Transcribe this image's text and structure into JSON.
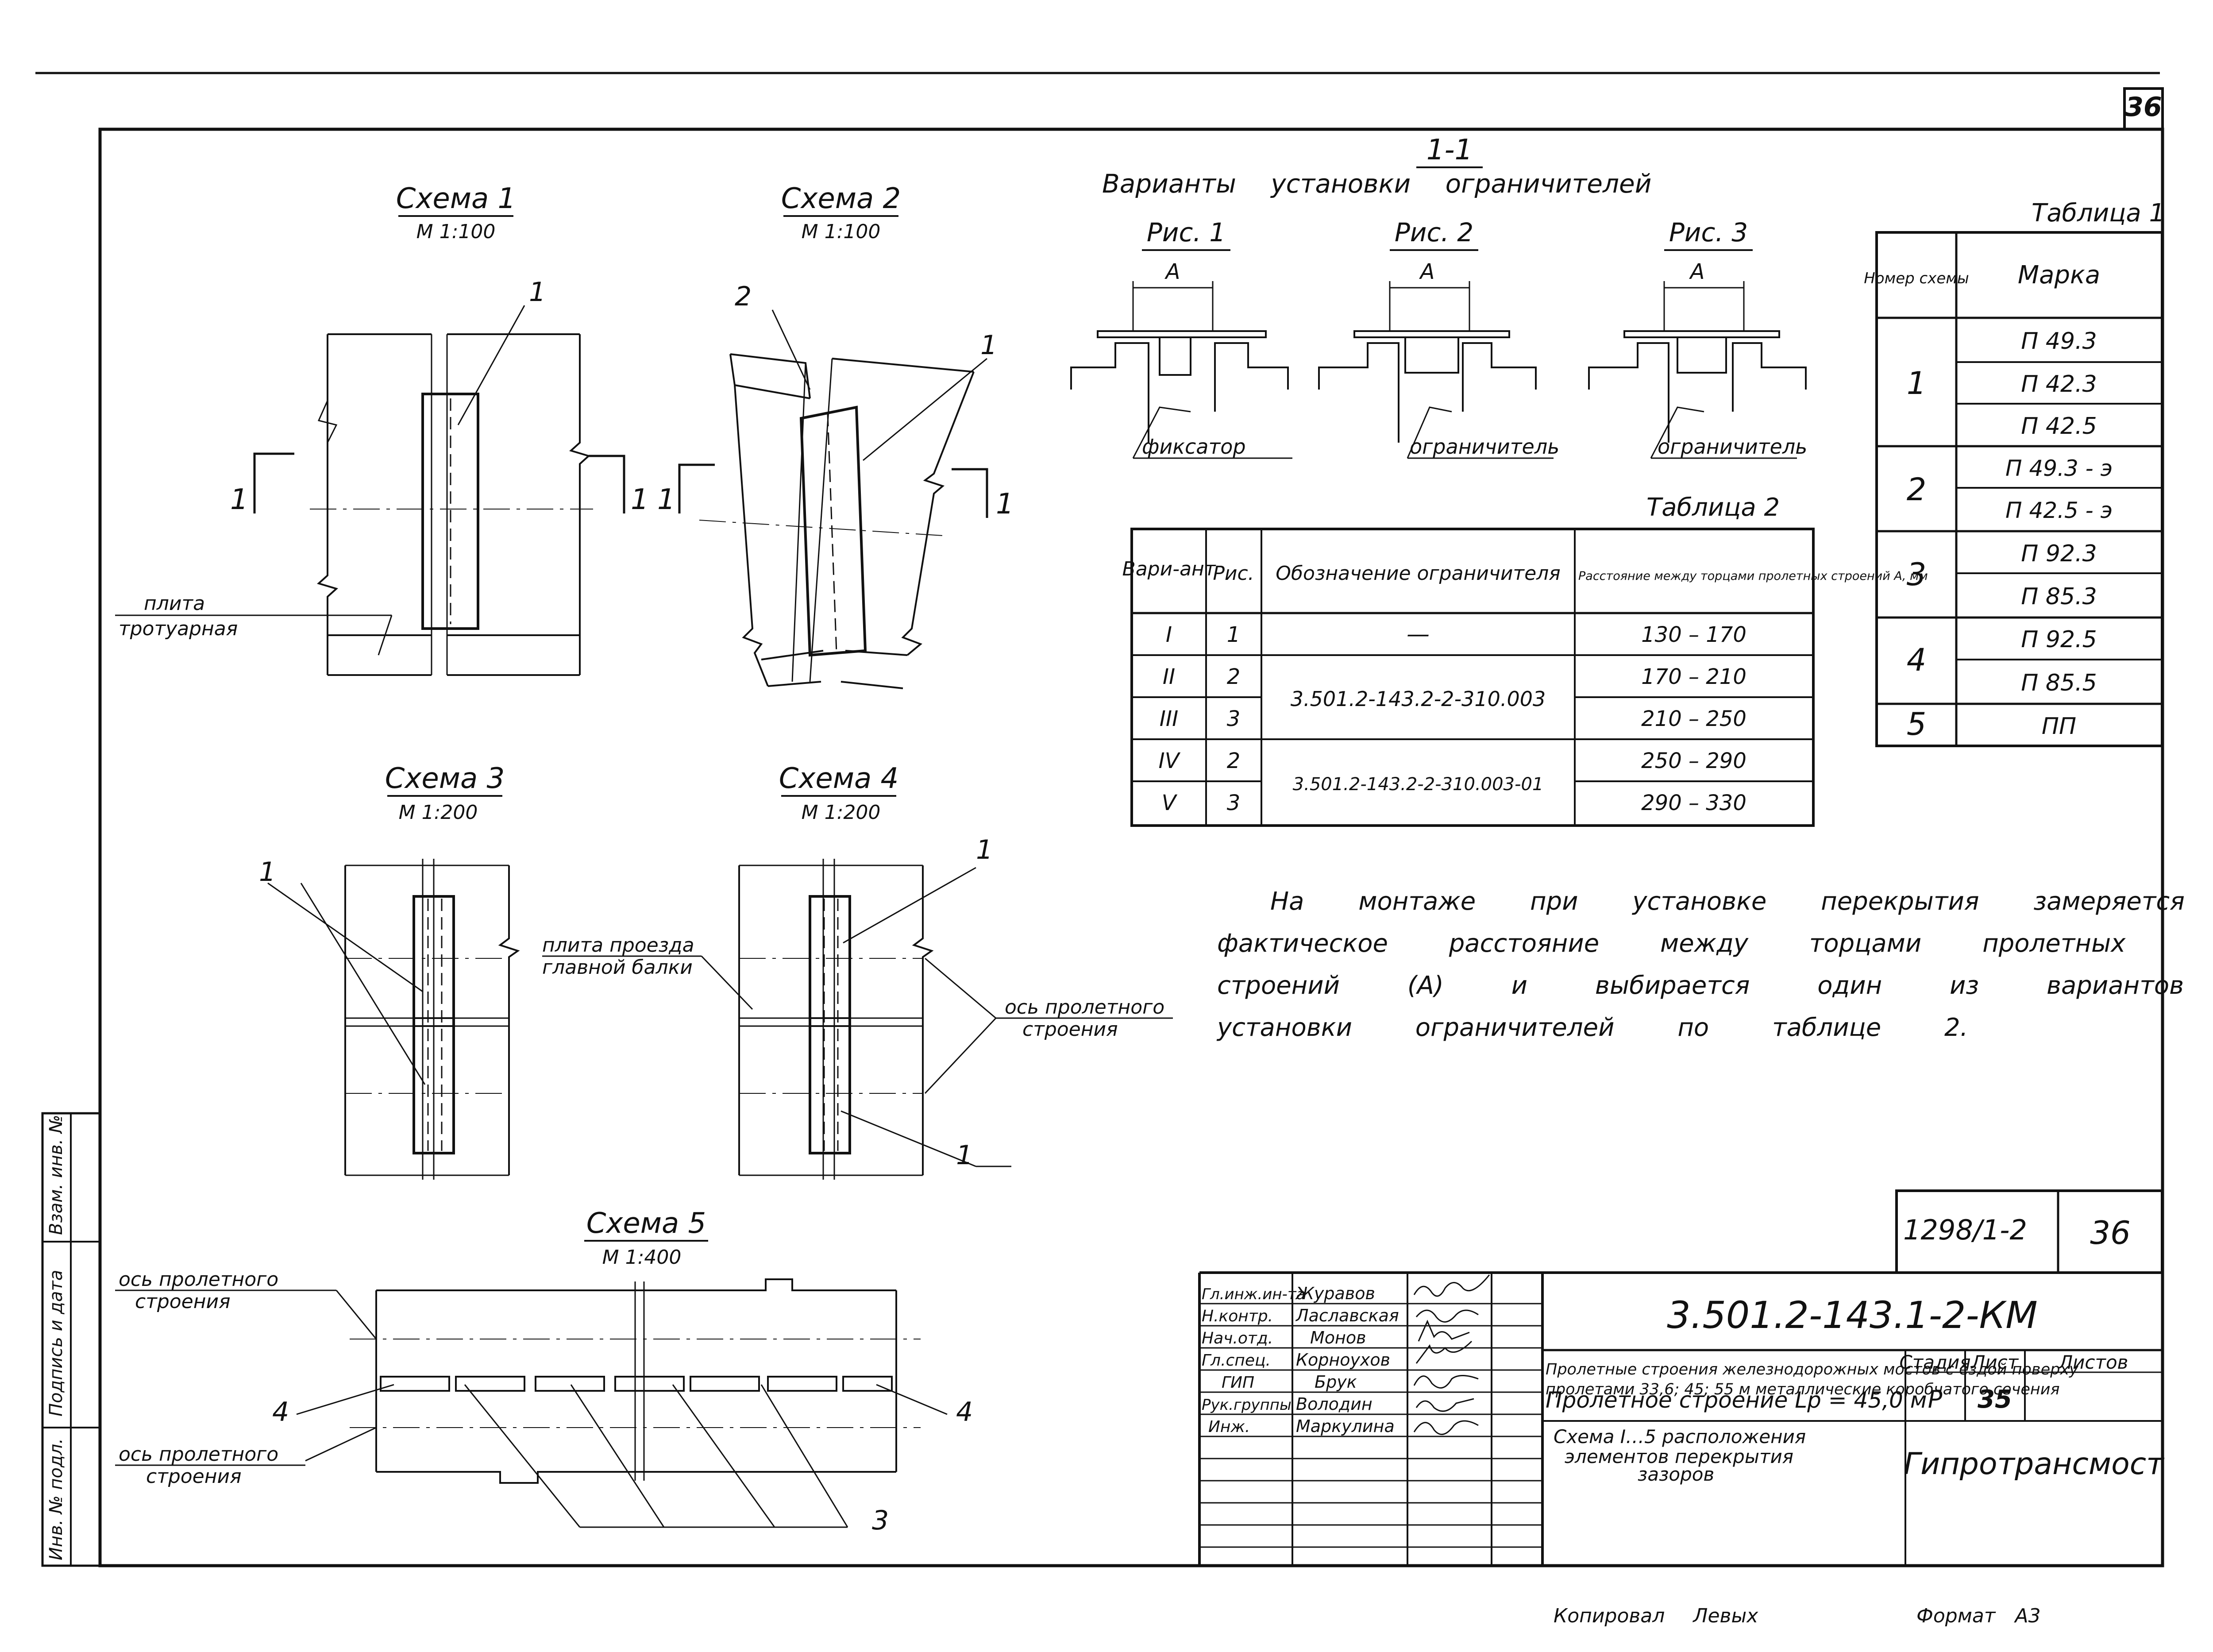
{
  "sheet_number": "36",
  "section": {
    "title": "1-1",
    "subtitle": "Варианты установки ограничителей",
    "figures": [
      {
        "title": "Рис. 1",
        "dim": "А",
        "callout": "фиксатор"
      },
      {
        "title": "Рис. 2",
        "dim": "А",
        "callout": "ограничитель"
      },
      {
        "title": "Рис. 3",
        "dim": "А",
        "callout": "ограничитель"
      }
    ]
  },
  "schemes": [
    {
      "title": "Схема 1",
      "scale": "М 1:100"
    },
    {
      "title": "Схема 2",
      "scale": "М 1:100"
    },
    {
      "title": "Схема 3",
      "scale": "М 1:200"
    },
    {
      "title": "Схема 4",
      "scale": "М 1:200"
    },
    {
      "title": "Схема 5",
      "scale": "М 1:400"
    }
  ],
  "callouts": {
    "pos1": "1",
    "pos2": "2",
    "pos3": "3",
    "pos4": "4",
    "section_mark": "1",
    "plita_line1": "плита",
    "plita_line2": "тротуарная",
    "plita_proezda_line1": "плита проезда",
    "plita_proezda_line2": "главной балки",
    "os_line1": "ось пролетного",
    "os_line2": "строения"
  },
  "table1": {
    "caption": "Таблица 1",
    "headers": [
      "Номер схемы",
      "Марка"
    ],
    "groups": [
      {
        "scheme": "1",
        "marks": [
          "П 49.3",
          "П 42.3",
          "П 42.5"
        ]
      },
      {
        "scheme": "2",
        "marks": [
          "П 49.3 - э",
          "П 42.5 - э"
        ]
      },
      {
        "scheme": "3",
        "marks": [
          "П 92.3",
          "П 85.3"
        ]
      },
      {
        "scheme": "4",
        "marks": [
          "П 92.5",
          "П 85.5"
        ]
      },
      {
        "scheme": "5",
        "marks": [
          "ПП"
        ]
      }
    ]
  },
  "table2": {
    "caption": "Таблица 2",
    "headers": [
      "Вари-ант",
      "Рис.",
      "Обозначение ограничителя",
      "Расстояние между торцами пролетных строений А, мм"
    ],
    "rows": [
      {
        "variant": "I",
        "fig": "1",
        "designation": "—",
        "distance": "130 – 170"
      },
      {
        "variant": "II",
        "fig": "2",
        "designation": "3.501.2-143.2-2-310.003",
        "distance": "170 – 210"
      },
      {
        "variant": "III",
        "fig": "3",
        "designation": "",
        "distance": "210 – 250"
      },
      {
        "variant": "IV",
        "fig": "2",
        "designation": "3.501.2-143.2-2-310.003-01",
        "distance": "250 – 290"
      },
      {
        "variant": "V",
        "fig": "3",
        "designation": "",
        "distance": "290 – 330"
      }
    ]
  },
  "note": [
    "На монтаже при установке перекрытия замеряется",
    "фактическое расстояние между торцами пролетных",
    "строений (А) и выбирается один из вариантов",
    "установки ограничителей по таблице 2."
  ],
  "side_stamp": [
    "Взам. инв. №",
    "Подпись и дата",
    "Инв. № подл."
  ],
  "title_block": {
    "album": "1298/1-2",
    "album_sheet": "36",
    "designation": "3.501.2-143.1-2-КМ",
    "staff": [
      {
        "role": "Гл.инж.ин-та",
        "name": "Журавов"
      },
      {
        "role": "Н.контр.",
        "name": "Лаславская"
      },
      {
        "role": "Нач.отд.",
        "name": "Монов"
      },
      {
        "role": "Гл.спец.",
        "name": "Корноухов"
      },
      {
        "role": "ГИП",
        "name": "Брук"
      },
      {
        "role": "Рук.группы",
        "name": "Володин"
      },
      {
        "role": "Инж.",
        "name": "Маркулина"
      }
    ],
    "project_line1": "Пролетные строения железнодорожных мостов с ездой поверху",
    "project_line2": "пролетами 33,6; 45; 55 м металлические коробчатого сечения",
    "doc_title": "Пролетное строение Lр = 45,0 м",
    "stage_label": "Стадия",
    "sheet_label": "Лист",
    "sheets_label": "Листов",
    "stage": "Р",
    "sheet": "35",
    "sheets": "",
    "drawing_line1": "Схема I…5 расположения",
    "drawing_line2": "элементов перекрытия",
    "drawing_line3": "зазоров",
    "org": "Гипротрансмост"
  },
  "footer": {
    "copied": "Копировал Левых",
    "format": "Формат А3"
  }
}
